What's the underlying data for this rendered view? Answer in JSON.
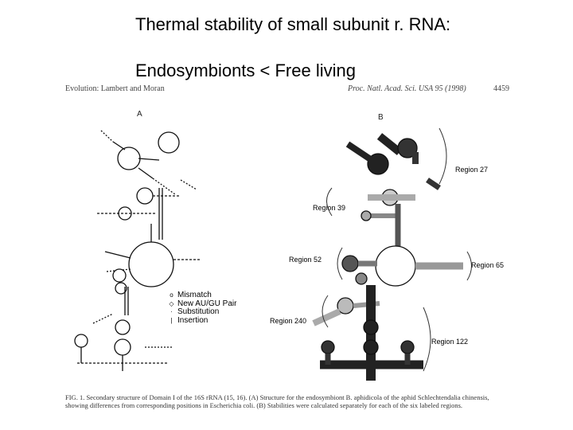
{
  "slide": {
    "title_line1": "Thermal stability of small subunit r. RNA:",
    "title_line2": "Endosymbionts < Free living"
  },
  "figure": {
    "header_left": "Evolution: Lambert and Moran",
    "header_right": "Proc. Natl. Acad. Sci. USA 95 (1998)",
    "page_number": "4459",
    "panel_a_label": "A",
    "panel_b_label": "B",
    "legend": [
      {
        "icon": "open-circle-icon",
        "label": "Mismatch"
      },
      {
        "icon": "diamond-icon",
        "label": "New AU/GU Pair"
      },
      {
        "icon": "dot-icon",
        "label": "Substitution"
      },
      {
        "icon": "bar-icon",
        "label": "Insertion"
      }
    ],
    "regions": {
      "r27": "Region 27",
      "r39": "Region 39",
      "r52": "Region 52",
      "r65": "Region 65",
      "r240": "Region 240",
      "r122": "Region 122"
    },
    "caption": "FIG. 1.   Secondary structure of Domain I of the 16S rRNA (15, 16). (A) Structure for the endosymbiont B. aphidicola of the aphid Schlechtendalia chinensis, showing differences from corresponding positions in Escherichia coli. (B) Stabilities were calculated separately for each of the six labeled regions."
  }
}
